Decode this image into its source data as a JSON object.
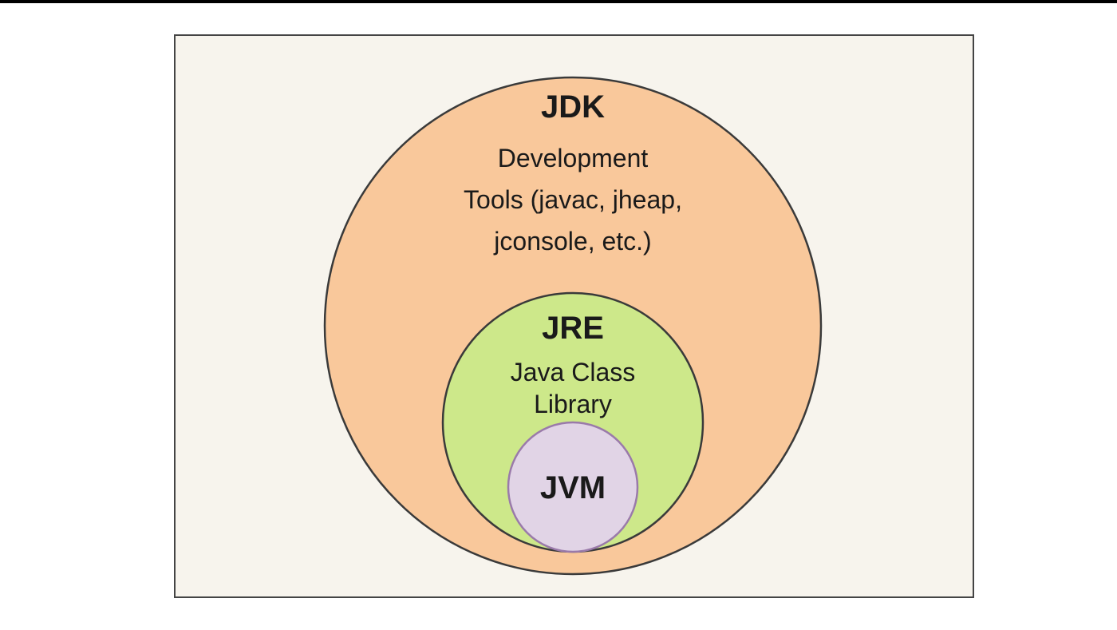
{
  "diagram": {
    "jdk": {
      "title": "JDK",
      "description": [
        "Development",
        "Tools (javac, jheap,",
        "jconsole, etc.)"
      ],
      "fill": "#f9c89b"
    },
    "jre": {
      "title": "JRE",
      "description": [
        "Java Class",
        "Library"
      ],
      "fill": "#cde88a"
    },
    "jvm": {
      "title": "JVM",
      "fill": "#e1d4e6",
      "stroke": "#9a7aaa"
    },
    "frame": {
      "background": "#f7f4ed",
      "border": "#444444"
    }
  }
}
